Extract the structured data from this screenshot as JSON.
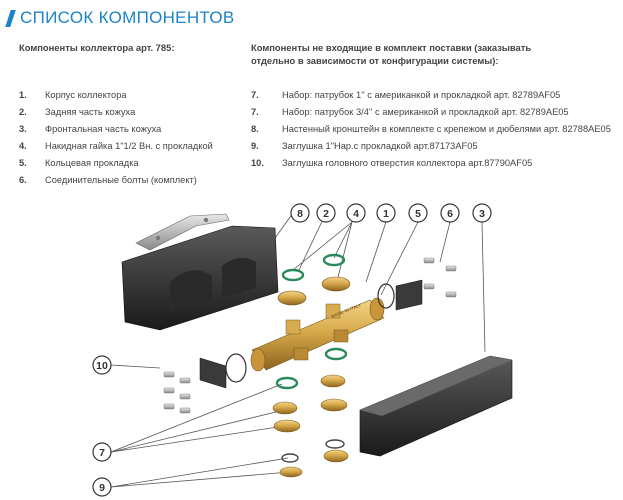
{
  "header": {
    "title": "СПИСОК КОМПОНЕНТОВ",
    "accent_color": "#1c83c7"
  },
  "left_column": {
    "heading": "Компоненты коллектора арт. 785:",
    "items": [
      {
        "num": "1.",
        "text": "Корпус коллектора"
      },
      {
        "num": "2.",
        "text": "Задняя часть кожуха"
      },
      {
        "num": "3.",
        "text": "Фронтальная часть кожуха"
      },
      {
        "num": "4.",
        "text": "Накидная гайка 1\"1/2 Вн. с прокладкой"
      },
      {
        "num": "5.",
        "text": "Кольцевая прокладка"
      },
      {
        "num": "6.",
        "text": "Соединительные болты (комплект)"
      }
    ]
  },
  "right_column": {
    "heading_line1": "Компоненты не входящие в комплект поставки (заказывать",
    "heading_line2": "отдельно в зависимости от конфигурации системы):",
    "items": [
      {
        "num": "7.",
        "text": "Набор: патрубок 1'' с американкой и прокладкой арт. 82789AF05"
      },
      {
        "num": "7.",
        "text": "Набор: патрубок 3/4'' с американкой и прокладкой арт. 82789AE05"
      },
      {
        "num": "8.",
        "text": "Настенный кронштейн в комплекте с крепежом и дюбелями арт. 82788AE05"
      },
      {
        "num": "9.",
        "text": "Заглушка 1\"Нар.с прокладкой арт.87173AF05"
      },
      {
        "num": "10.",
        "text": "Заглушка головного отверстия коллектора арт.87790AF05"
      }
    ]
  },
  "diagram": {
    "callouts": {
      "c1": "1",
      "c2": "2",
      "c3": "3",
      "c4": "4",
      "c5": "5",
      "c6": "6",
      "c7": "7",
      "c8": "8",
      "c9": "9",
      "c10": "10"
    },
    "brand_mark": "MADE IN ITALY"
  }
}
